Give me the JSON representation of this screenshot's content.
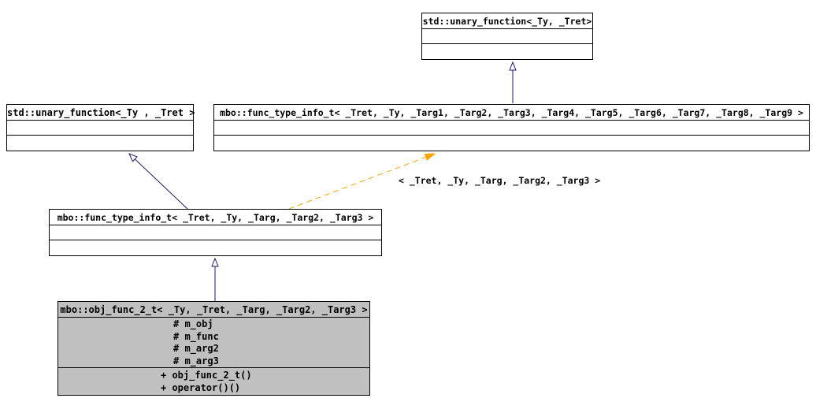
{
  "colors": {
    "background": "#ffffff",
    "node_border": "#000000",
    "node_fill": "#ffffff",
    "focus_node_fill": "#c0c0c0",
    "inheritance_edge": "#191970",
    "template_edge": "#ffa500",
    "text": "#000000"
  },
  "nodes": [
    {
      "title": "std::unary_function<_Ty, _Tret>"
    },
    {
      "title": "std::unary_function<_Ty , _Tret >"
    },
    {
      "title": "mbo::func_type_info_t< _Tret, _Ty, _Targ1, _Targ2, _Targ3, _Targ4, _Targ5, _Targ6, _Targ7, _Targ8, _Targ9 >"
    },
    {
      "title": "mbo::func_type_info_t< _Tret, _Ty, _Targ, _Targ2, _Targ3 >"
    },
    {
      "title": "mbo::obj_func_2_t< _Ty, _Tret, _Targ, _Targ2, _Targ3 >",
      "attributes": [
        "# m_obj",
        "# m_func",
        "# m_arg2",
        "# m_arg3"
      ],
      "methods": [
        "+ obj_func_2_t()",
        "+ operator()()"
      ]
    }
  ],
  "edges": {
    "template_instance_label": "< _Tret, _Ty, _Targ, _Targ2, _Targ3 >"
  }
}
